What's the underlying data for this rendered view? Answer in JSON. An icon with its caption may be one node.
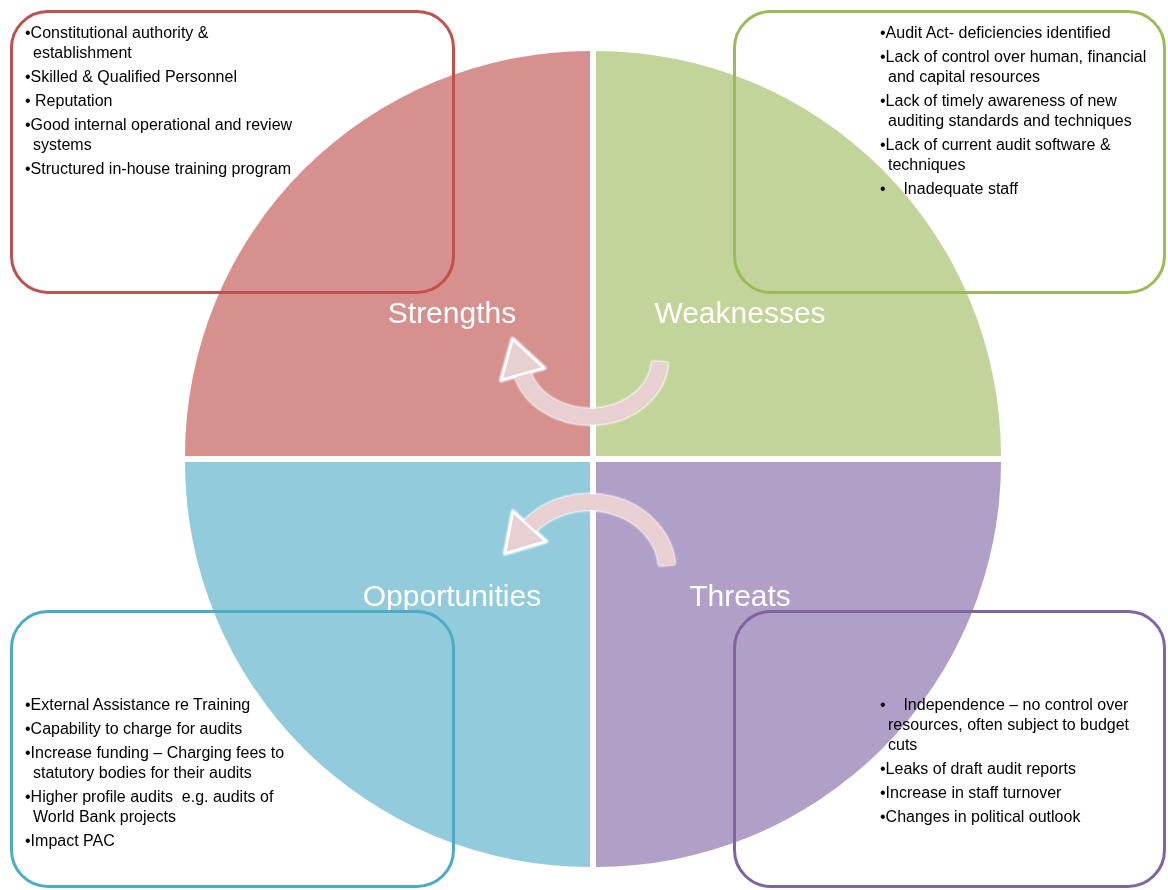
{
  "diagram": {
    "nodes": [
      {
        "text": [
          "•Constitutional authority & establishment",
          "•Skilled & Qualified Personnel",
          "• Reputation",
          "•Good internal operational and review systems",
          "•Structured in-house training program"
        ]
      },
      {
        "text": [
          "•Audit Act- deficiencies identified",
          "•Lack of control over human, financial and capital resources",
          "•Lack of timely awareness of new auditing standards and techniques",
          "•Lack of current audit software & techniques",
          "•    Inadequate staff"
        ]
      },
      {
        "text": [
          "Strengths"
        ]
      },
      {
        "text": [
          "Weaknesses"
        ]
      },
      {
        "text": [
          "Opportunities"
        ]
      },
      {
        "text": [
          "Threats"
        ]
      },
      {
        "text": [
          "•External Assistance re Training",
          "•Capability to charge for audits",
          "•Increase funding – Charging fees to statutory bodies for their audits",
          "•Higher profile audits  e.g. audits of World Bank projects",
          "•Impact PAC"
        ]
      },
      {
        "text": [
          "•    Independence – no control over resources, often subject to budget cuts",
          "•Leaks of draft audit reports",
          "•Increase in staff turnover",
          "•Changes in political outlook"
        ]
      }
    ],
    "edges": [
      {
        "from": 3,
        "to": 2,
        "arrow": "to"
      },
      {
        "from": 5,
        "to": 4,
        "arrow": "to"
      }
    ]
  }
}
